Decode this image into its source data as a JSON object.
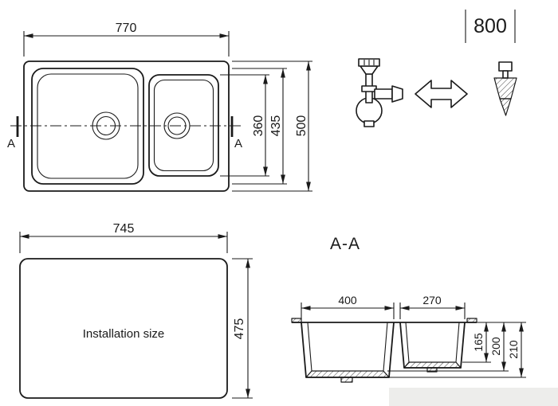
{
  "top_view": {
    "overall_width": "770",
    "overall_depth": "500",
    "bowl_outer_depth": "435",
    "bowl_inner_depth": "360",
    "section_marker": "A"
  },
  "cabinet": {
    "min_width": "800"
  },
  "installation": {
    "caption": "Installation size",
    "width": "745",
    "depth": "475"
  },
  "section": {
    "title": "A-A",
    "left_bowl_width": "400",
    "right_bowl_width": "270",
    "right_bowl_depth": "165",
    "left_bowl_depth": "200",
    "overall_height": "210"
  },
  "icons": {
    "siphon": "siphon-trap-icon",
    "swap": "double-arrow-icon",
    "fitting": "drain-fitting-icon"
  },
  "accent_colors": {
    "line": "#1a1a1a",
    "background": "#ffffff",
    "watermark": "#ededeb"
  }
}
